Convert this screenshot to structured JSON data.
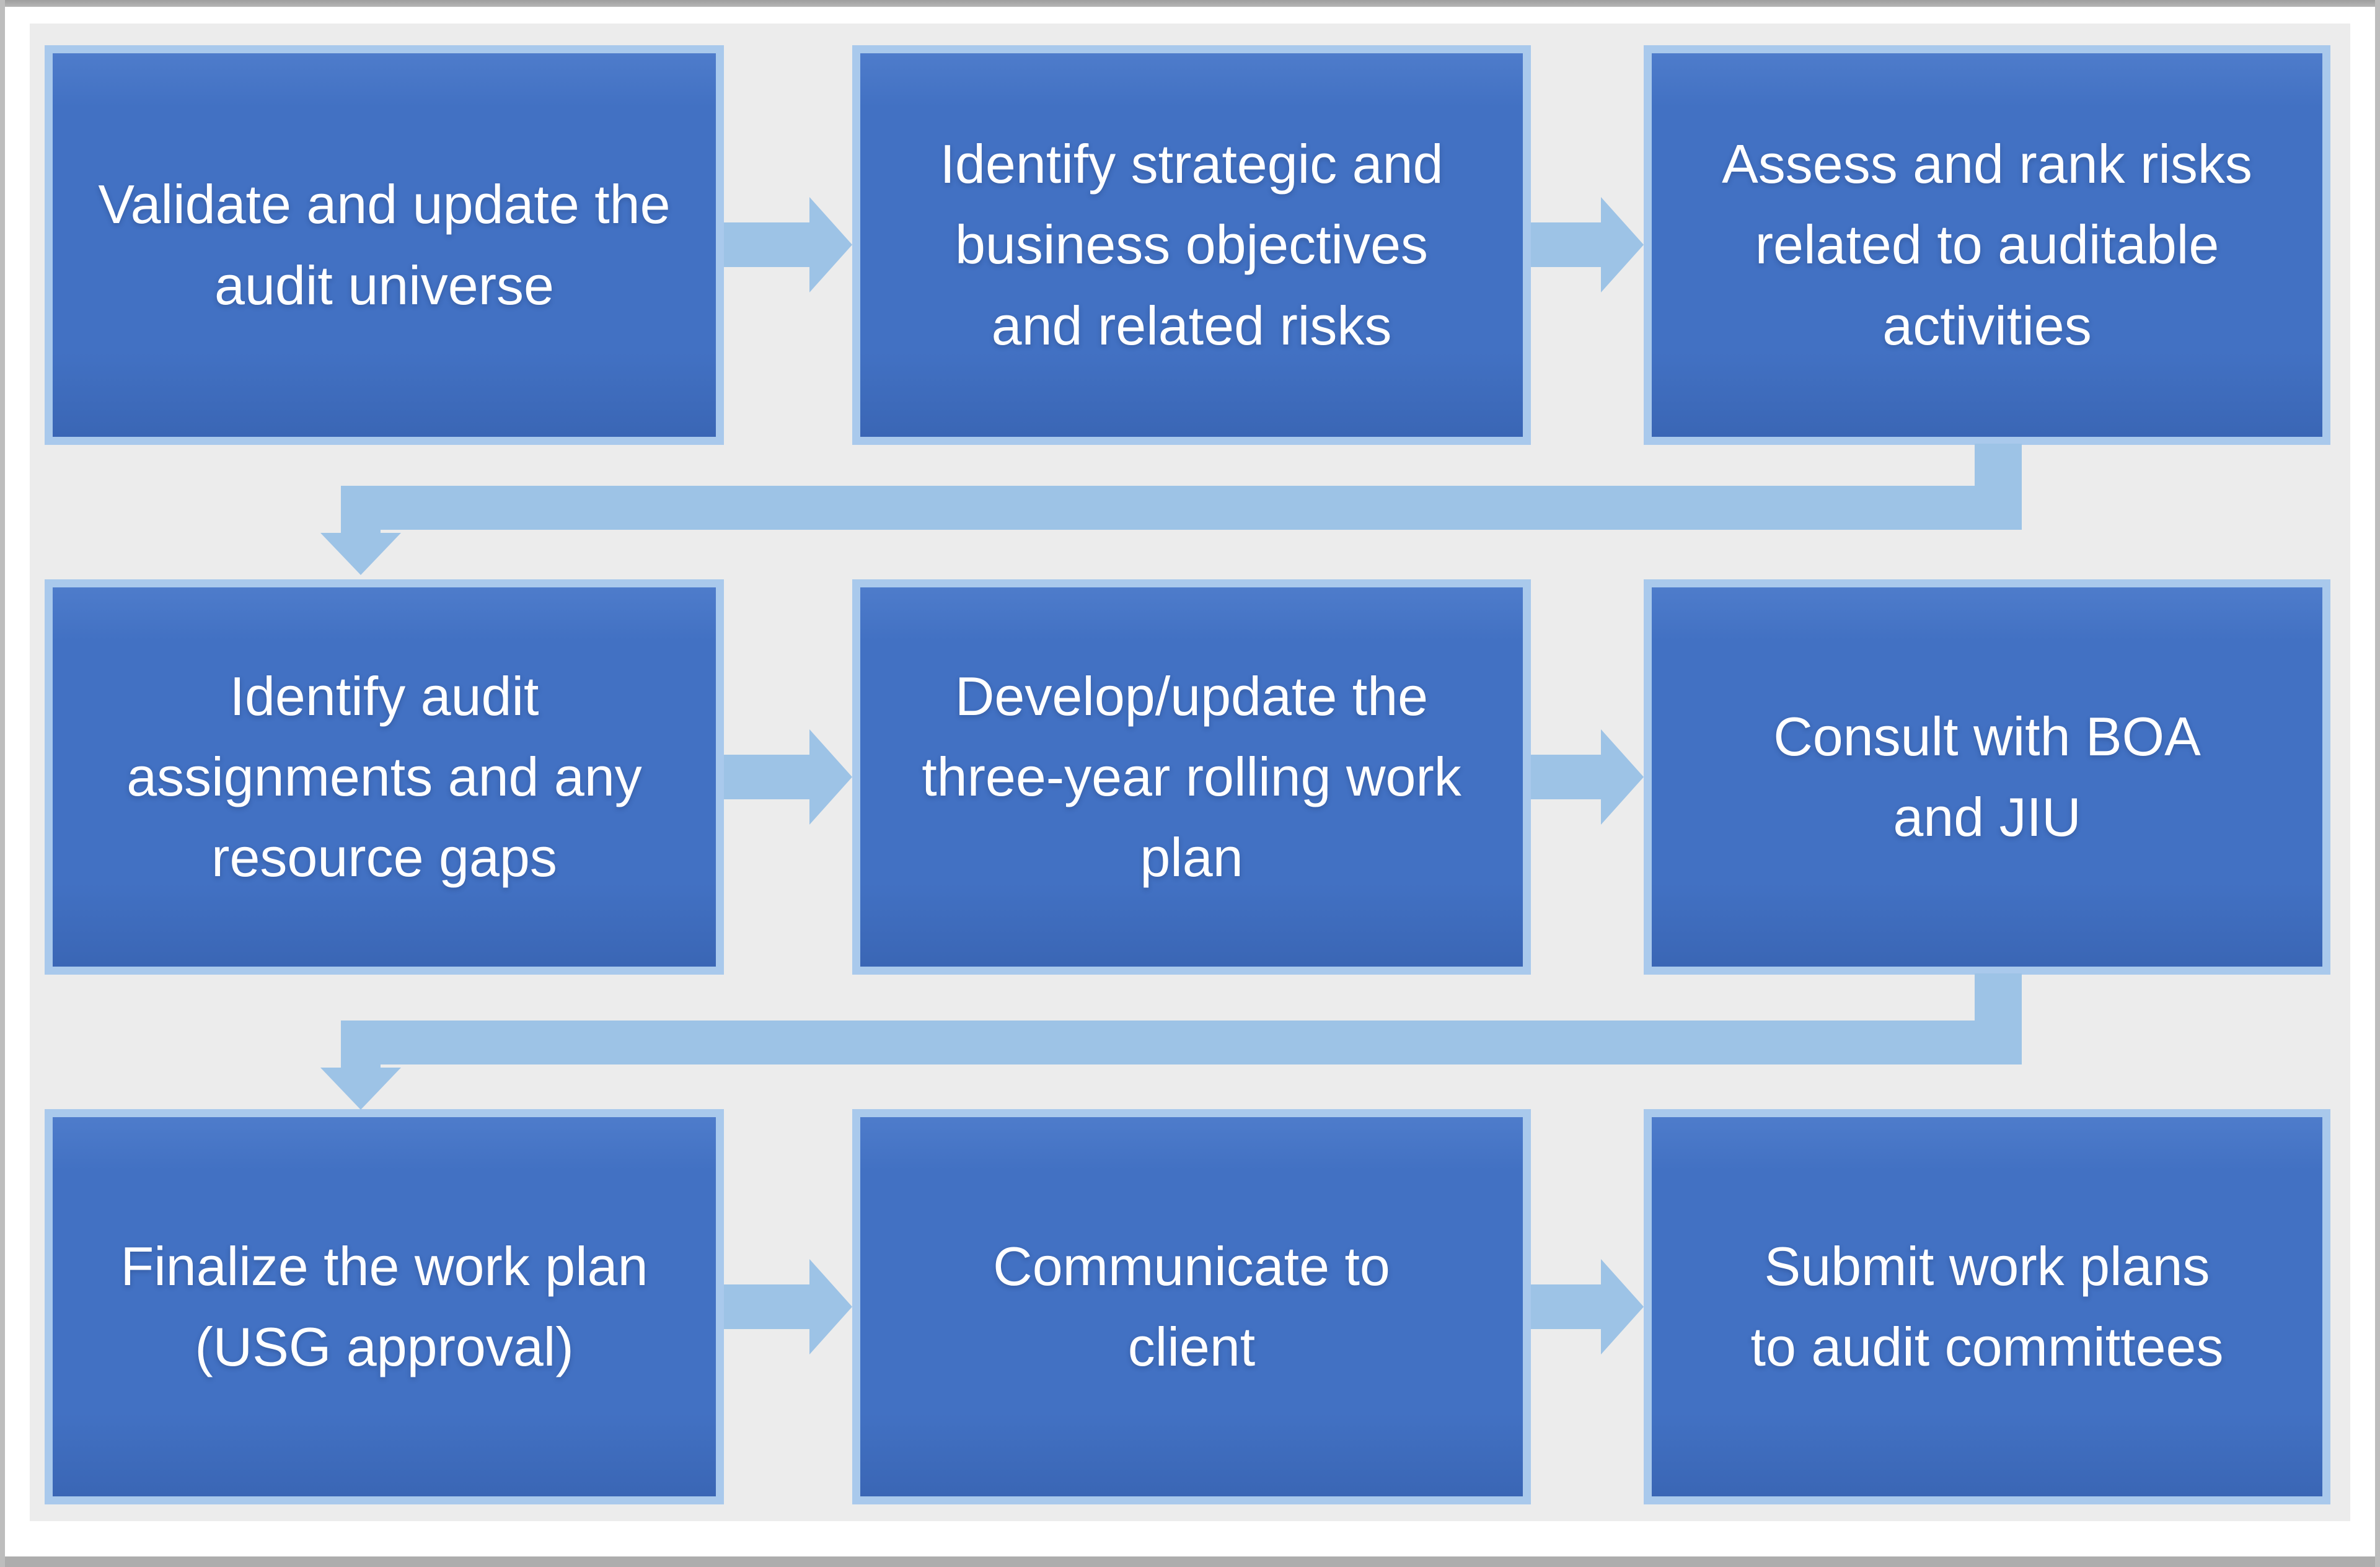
{
  "flowchart": {
    "steps": [
      {
        "id": 1,
        "label": "Validate and update the audit universe"
      },
      {
        "id": 2,
        "label": "Identify strategic and business objectives and related risks"
      },
      {
        "id": 3,
        "label": "Assess and rank risks related to auditable activities"
      },
      {
        "id": 4,
        "label": "Identify audit assignments and any resource gaps"
      },
      {
        "id": 5,
        "label": "Develop/update the three-year rolling work plan"
      },
      {
        "id": 6,
        "label": "Consult with BOA and JIU"
      },
      {
        "id": 7,
        "label": "Finalize the work plan (USG approval)"
      },
      {
        "id": 8,
        "label": "Communicate to client"
      },
      {
        "id": 9,
        "label": "Submit work plans to audit committees"
      }
    ],
    "connections": [
      {
        "from": 1,
        "to": 2,
        "type": "right-arrow"
      },
      {
        "from": 2,
        "to": 3,
        "type": "right-arrow"
      },
      {
        "from": 3,
        "to": 4,
        "type": "wrap-around-arrow"
      },
      {
        "from": 4,
        "to": 5,
        "type": "right-arrow"
      },
      {
        "from": 5,
        "to": 6,
        "type": "right-arrow"
      },
      {
        "from": 6,
        "to": 7,
        "type": "wrap-around-arrow"
      },
      {
        "from": 7,
        "to": 8,
        "type": "right-arrow"
      },
      {
        "from": 8,
        "to": 9,
        "type": "right-arrow"
      }
    ],
    "colors": {
      "box_fill": "#4271C3",
      "box_fill_bottom": "#3A66B5",
      "box_border": "#A9C9EC",
      "arrow": "#9DC3E6",
      "canvas": "#ECECEC",
      "frame": "#ABABAB",
      "text": "#FFFFFF"
    }
  }
}
